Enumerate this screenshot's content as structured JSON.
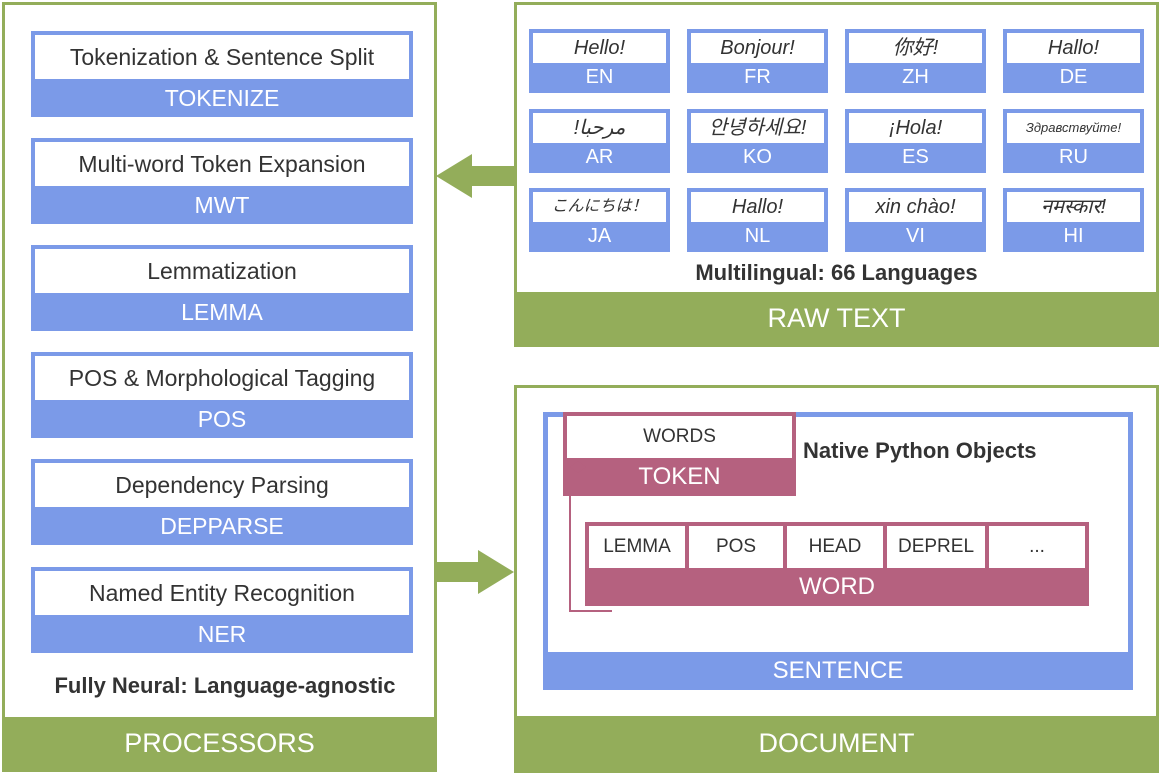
{
  "processors": {
    "footer": "PROCESSORS",
    "note": "Fully Neural: Language-agnostic",
    "items": [
      {
        "title": "Tokenization & Sentence Split",
        "code": "TOKENIZE"
      },
      {
        "title": "Multi-word Token Expansion",
        "code": "MWT"
      },
      {
        "title": "Lemmatization",
        "code": "LEMMA"
      },
      {
        "title": "POS & Morphological Tagging",
        "code": "POS"
      },
      {
        "title": "Dependency Parsing",
        "code": "DEPPARSE"
      },
      {
        "title": "Named Entity Recognition",
        "code": "NER"
      }
    ]
  },
  "raw_text": {
    "footer": "RAW TEXT",
    "note": "Multilingual: 66 Languages",
    "languages": [
      {
        "greeting": "Hello!",
        "code": "EN"
      },
      {
        "greeting": "Bonjour!",
        "code": "FR"
      },
      {
        "greeting": "你好!",
        "code": "ZH"
      },
      {
        "greeting": "Hallo!",
        "code": "DE"
      },
      {
        "greeting": "!مرحبا",
        "code": "AR"
      },
      {
        "greeting": "안녕하세요!",
        "code": "KO"
      },
      {
        "greeting": "¡Hola!",
        "code": "ES"
      },
      {
        "greeting": "Здравствуйте!",
        "code": "RU"
      },
      {
        "greeting": "こんにちは！",
        "code": "JA"
      },
      {
        "greeting": "Hallo!",
        "code": "NL"
      },
      {
        "greeting": "xin chào!",
        "code": "VI"
      },
      {
        "greeting": "नमस्कार!",
        "code": "HI"
      }
    ]
  },
  "document": {
    "footer": "DOCUMENT",
    "sentence_label": "SENTENCE",
    "token": {
      "field": "WORDS",
      "label": "TOKEN"
    },
    "native_note": "Native Python Objects",
    "word": {
      "fields": [
        "LEMMA",
        "POS",
        "HEAD",
        "DEPREL",
        "..."
      ],
      "label": "WORD"
    }
  },
  "colors": {
    "green": "#93ad5a",
    "blue": "#7b9ae8",
    "pink": "#b5617f",
    "text": "#333333"
  }
}
